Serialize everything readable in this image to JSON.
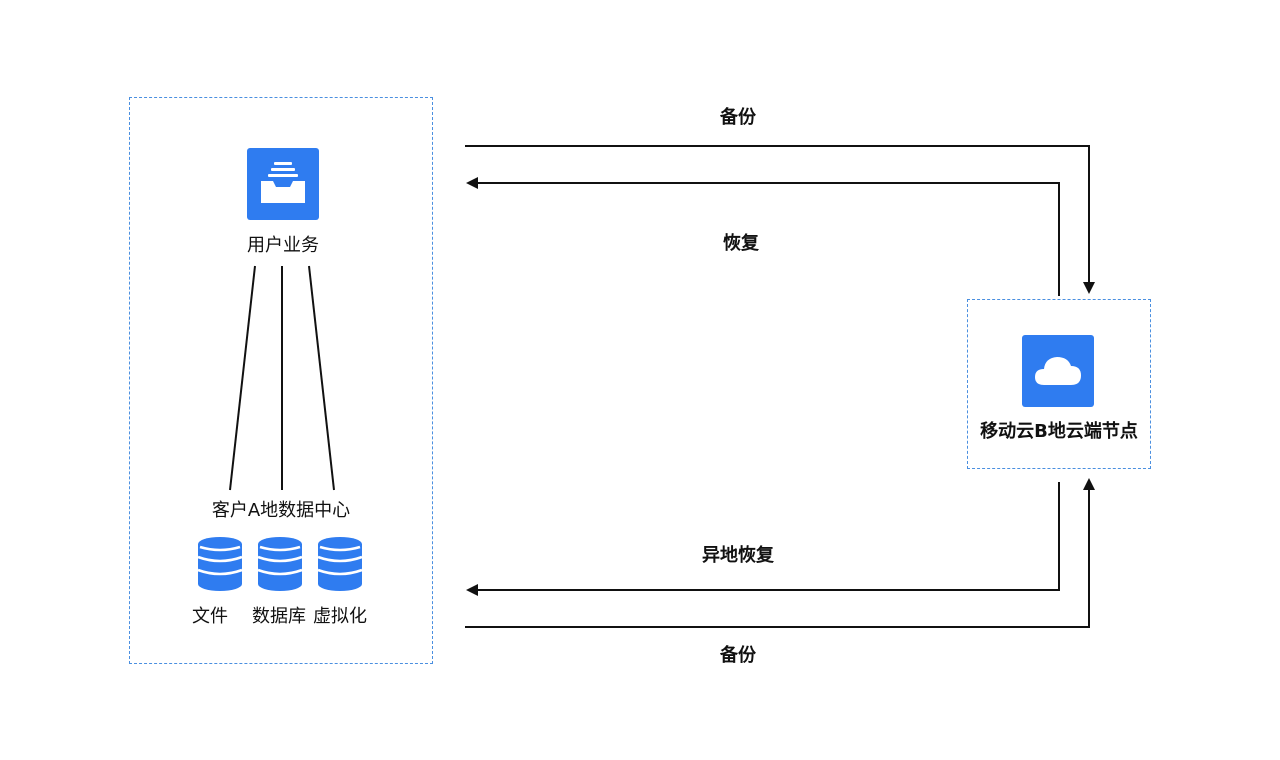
{
  "left_box": {
    "user_business": {
      "icon": "inbox-tray-icon",
      "label": "用户业务"
    },
    "datacenter_label": "客户A地数据中心",
    "storage": [
      {
        "icon": "database-icon",
        "label": "文件"
      },
      {
        "icon": "database-icon",
        "label": "数据库"
      },
      {
        "icon": "database-icon",
        "label": "虚拟化"
      }
    ]
  },
  "right_box": {
    "icon": "cloud-icon",
    "label": "移动云B地云端节点"
  },
  "arrows": {
    "top_backup": "备份",
    "top_restore": "恢复",
    "bottom_remote_restore": "异地恢复",
    "bottom_backup": "备份"
  },
  "colors": {
    "accent": "#2f7cf0",
    "dashed_border": "#4a8fe0",
    "line": "#111111"
  }
}
